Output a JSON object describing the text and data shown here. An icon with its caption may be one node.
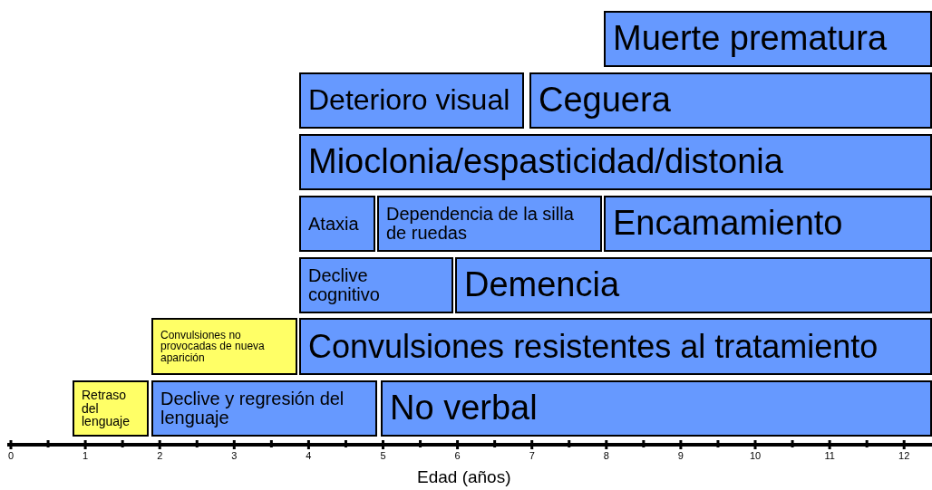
{
  "diagram": {
    "nodes": [
      {
        "text": [
          "Muerte prematura"
        ]
      },
      {
        "text": [
          "Deterioro visual"
        ]
      },
      {
        "text": [
          "Ceguera"
        ]
      },
      {
        "text": [
          "Mioclonia/espasticidad/distonia"
        ]
      },
      {
        "text": [
          "Ataxia"
        ]
      },
      {
        "text": [
          "Dependencia de la silla de ruedas"
        ]
      },
      {
        "text": [
          "Encamamiento"
        ]
      },
      {
        "text": [
          "Declive cognitivo"
        ]
      },
      {
        "text": [
          "Demencia"
        ]
      },
      {
        "text": [
          "Convulsiones no provocadas de nueva aparición"
        ]
      },
      {
        "text": [
          "Convulsiones resistentes al tratamiento"
        ]
      },
      {
        "text": [
          "Retraso del lenguaje"
        ]
      },
      {
        "text": [
          "Declive y regresión del lenguaje"
        ]
      },
      {
        "text": [
          "No verbal"
        ]
      }
    ],
    "edges": [],
    "labels": [
      "0",
      "1",
      "2",
      "3",
      "4",
      "5",
      "6",
      "7",
      "8",
      "9",
      "10",
      "11",
      "12",
      "Edad (años)"
    ]
  }
}
